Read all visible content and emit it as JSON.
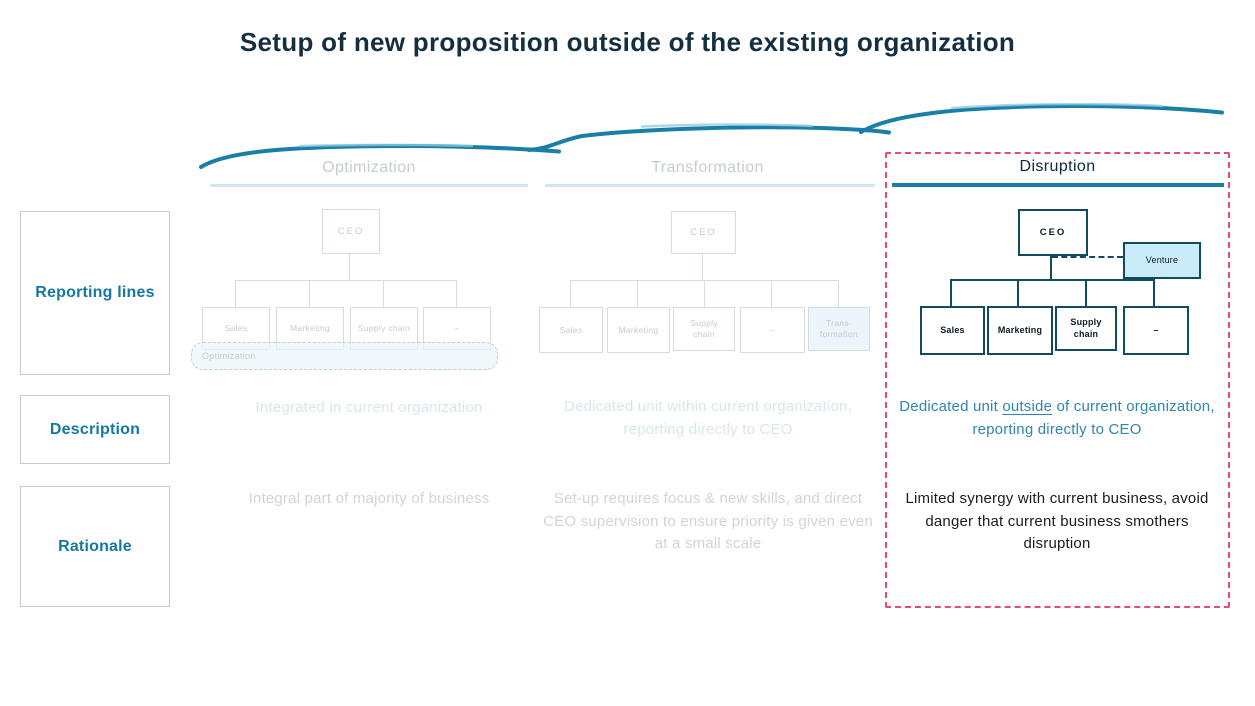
{
  "title": "Setup of new proposition outside of the existing organization",
  "accent_colors": {
    "teal": "#1a7fa6",
    "pink_dash": "#e64c70",
    "row_label_blue": "#1478a3",
    "dark_navy": "#14303f",
    "venture_fill": "#c9ecf8",
    "dark_border": "#114b61"
  },
  "row_labels": {
    "reporting": "Reporting lines",
    "description": "Description",
    "rationale": "Rationale"
  },
  "columns": [
    {
      "header": "Optimization",
      "org": {
        "root": "CEO",
        "children": [
          "Sales",
          "Marketing",
          "Supply chain",
          "–"
        ],
        "callout_label": "Optimization"
      },
      "description": "Integrated in current organization",
      "rationale": "Integral part of majority of business"
    },
    {
      "header": "Transformation",
      "org": {
        "root": "CEO",
        "children": [
          "Sales",
          "Marketing",
          "Supply chain",
          "–",
          "Trans-formation"
        ]
      },
      "description": "Dedicated unit within current organization, reporting directly to CEO",
      "rationale": "Set-up requires focus & new skills, and direct CEO supervision to ensure priority is given even at a small scale"
    },
    {
      "header": "Disruption",
      "org": {
        "root": "CEO",
        "children": [
          "Sales",
          "Marketing",
          "Supply chain",
          "–"
        ],
        "venture_label": "Venture"
      },
      "description": {
        "pre": "Dedicated unit ",
        "underline": "outside",
        "post": " of current organization, reporting directly to CEO"
      },
      "rationale": "Limited synergy with current business, avoid danger that current business smothers disruption"
    }
  ]
}
